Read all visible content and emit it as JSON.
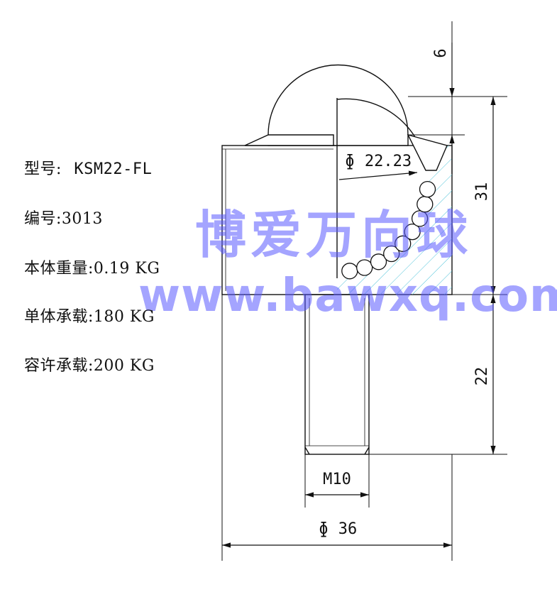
{
  "specs": {
    "model_label": "型号:",
    "model_value": "KSM22-FL",
    "code_label": "编号:",
    "code_value": "3013",
    "weight_label": "本体重量:",
    "weight_value": "0.19 KG",
    "single_load_label": "单体承载:",
    "single_load_value": "180 KG",
    "allow_load_label": "容许承载:",
    "allow_load_value": "200 KG"
  },
  "watermark": {
    "cn": "博爱万向球",
    "url": "www.bawxq.com"
  },
  "dimensions": {
    "top_offset": "6",
    "ball_diameter": "22.23",
    "body_height": "31",
    "thread_length": "22",
    "thread_size": "M10",
    "body_diameter": "36",
    "phi_symbol": "ɸ"
  },
  "colors": {
    "line": "#111111",
    "hatch": "#4fc3d9",
    "watermark": "#5a5aff"
  }
}
